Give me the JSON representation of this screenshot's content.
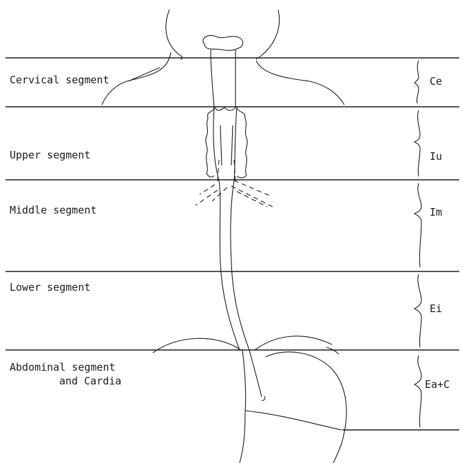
{
  "segments": [
    {
      "name": "Cervical segment",
      "code": "Ce"
    },
    {
      "name": "Upper segment",
      "code": "Iu"
    },
    {
      "name": "Middle segment",
      "code": "Im"
    },
    {
      "name": "Lower segment",
      "code": "Ei"
    },
    {
      "name_line1": "Abdominal segment",
      "name_line2": "and Cardia",
      "code": "Ea+C"
    }
  ]
}
